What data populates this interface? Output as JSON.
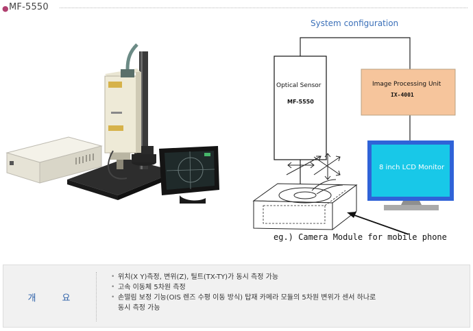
{
  "page": {
    "title": "MF-5550"
  },
  "diagram": {
    "title": "System configuration",
    "optical_sensor": {
      "label": "Optical Sensor",
      "model": "MF-5550"
    },
    "image_processing_unit": {
      "label": "Image Processing Unit",
      "model": "IX-4001"
    },
    "monitor": {
      "label": "8 inch LCD Monitor"
    },
    "example_caption": "eg.) Camera Module for mobile phone"
  },
  "summary": {
    "heading_chars": [
      "개",
      "요"
    ],
    "items": [
      "위치(X Y)측정, 변위(Z), 틸트(TX-TY)가 동시 측정 가능",
      "고속 이동체 5차원 측정",
      "손떨림 보정 기능(OIS 렌즈 수평 이동 방식) 탑재 카메라 모듈의 5차원 변위가 센서 하나로",
      "동시 측정 가능"
    ]
  },
  "colors": {
    "title_accent": "#b04070",
    "diagram_title": "#3a6fb8",
    "ipu_fill": "#f6c59c",
    "monitor_frame": "#2f63d8",
    "monitor_screen": "#18c8e8",
    "summary_heading": "#2b5fa8"
  }
}
